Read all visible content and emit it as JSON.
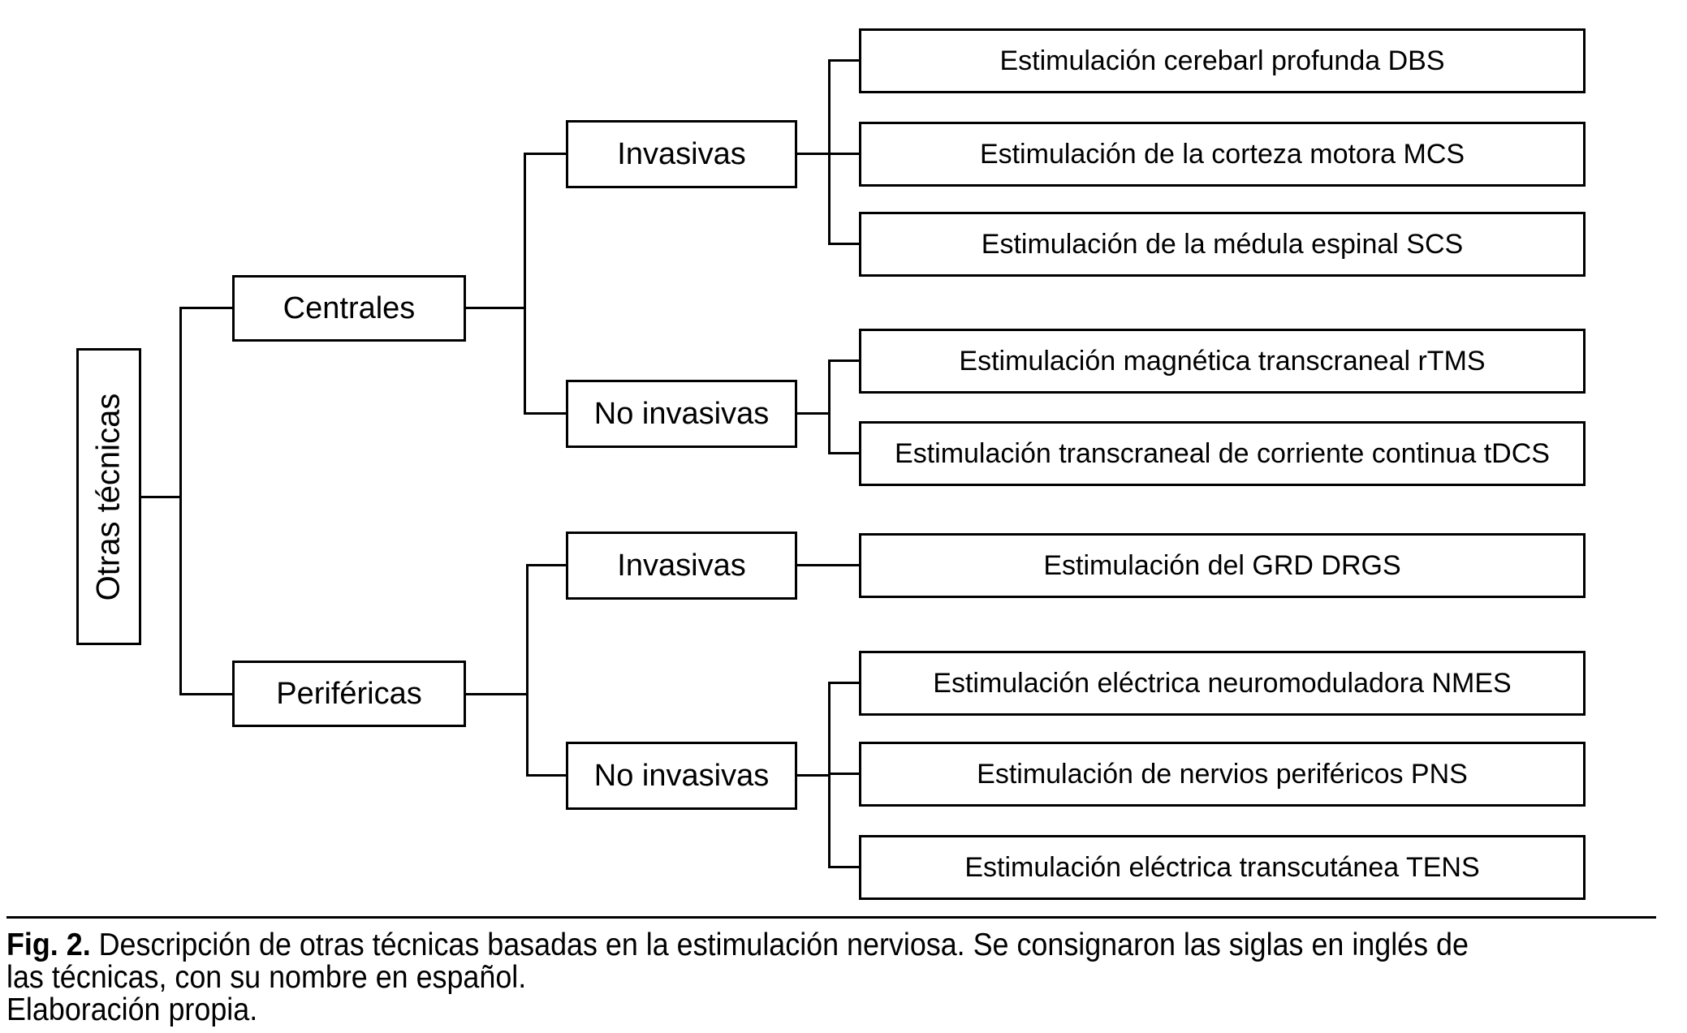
{
  "diagram": {
    "root": {
      "label": "Otras técnicas"
    },
    "branches": {
      "centrales": {
        "label": "Centrales"
      },
      "perifericas": {
        "label": "Periféricas"
      }
    },
    "subgroups": {
      "centrales_invasivas": {
        "label": "Invasivas"
      },
      "centrales_no_invasivas": {
        "label": "No invasivas"
      },
      "perifericas_invasivas": {
        "label": "Invasivas"
      },
      "perifericas_no_invasivas": {
        "label": "No invasivas"
      }
    },
    "techniques": {
      "dbs": {
        "label": "Estimulación cerebarl profunda DBS"
      },
      "mcs": {
        "label": "Estimulación de la corteza motora MCS"
      },
      "scs": {
        "label": "Estimulación de la médula espinal SCS"
      },
      "rtms": {
        "label": "Estimulación magnética transcraneal rTMS"
      },
      "tdcs": {
        "label": "Estimulación transcraneal de corriente continua tDCS"
      },
      "drgs": {
        "label": "Estimulación del GRD DRGS"
      },
      "nmes": {
        "label": "Estimulación eléctrica neuromoduladora NMES"
      },
      "pns": {
        "label": "Estimulación de nervios periféricos PNS"
      },
      "tens": {
        "label": "Estimulación eléctrica transcutánea TENS"
      }
    },
    "caption": {
      "figure_label": "Fig. 2.",
      "line1_rest": "Descripción de otras técnicas basadas en la estimulación nerviosa. Se consignaron las siglas en inglés de",
      "line2": "las técnicas, con su nombre en español.",
      "line3": "Elaboración propia."
    },
    "colors": {
      "line": "#000000",
      "background": "#ffffff",
      "text": "#000000"
    }
  }
}
